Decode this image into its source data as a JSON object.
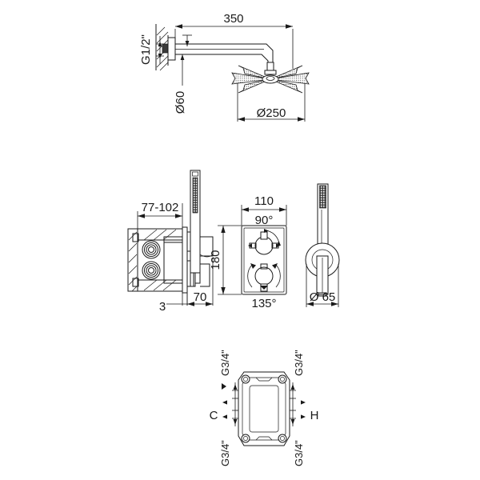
{
  "drawing": {
    "title": "Shower System Technical Dimension Drawing",
    "line_color": "#1a1a1a",
    "background_color": "#ffffff"
  },
  "views": {
    "top": {
      "name": "shower-arm-and-head-side-view",
      "dimensions": {
        "inlet_thread": "G1/2\"",
        "wall_flange_diameter": "Ø60",
        "arm_length": "350",
        "head_diameter": "Ø250"
      }
    },
    "middle_left": {
      "name": "concealed-valve-section-view",
      "dimensions": {
        "wall_depth_range": "77-102",
        "plate_thickness": "3",
        "projection": "70"
      }
    },
    "middle_center": {
      "name": "valve-front-view",
      "dimensions": {
        "plate_width": "110",
        "plate_height": "180",
        "upper_knob_rotation": "90°",
        "lower_knob_rotation": "135°"
      }
    },
    "middle_right": {
      "name": "handshower-holder-front-view",
      "dimensions": {
        "holder_diameter": "Ø 65"
      }
    },
    "bottom": {
      "name": "rough-in-body-connections-view",
      "dimensions": {
        "top_left_port": "G3/4\"",
        "top_right_port": "G3/4\"",
        "bottom_left_port": "G3/4\"",
        "bottom_right_port": "G3/4\"",
        "cold_label": "C",
        "hot_label": "H"
      }
    }
  },
  "labels": {
    "g12": "G1/2\"",
    "d60": "Ø60",
    "len350": "350",
    "d250": "Ø250",
    "wall_77_102": "77-102",
    "thk3": "3",
    "proj70": "70",
    "w110": "110",
    "h180": "180",
    "deg90": "90°",
    "deg135": "135°",
    "d65": "Ø 65",
    "g34_tl": "G3/4\"",
    "g34_tr": "G3/4\"",
    "g34_bl": "G3/4\"",
    "g34_br": "G3/4\"",
    "cold": "C",
    "hot": "H"
  }
}
